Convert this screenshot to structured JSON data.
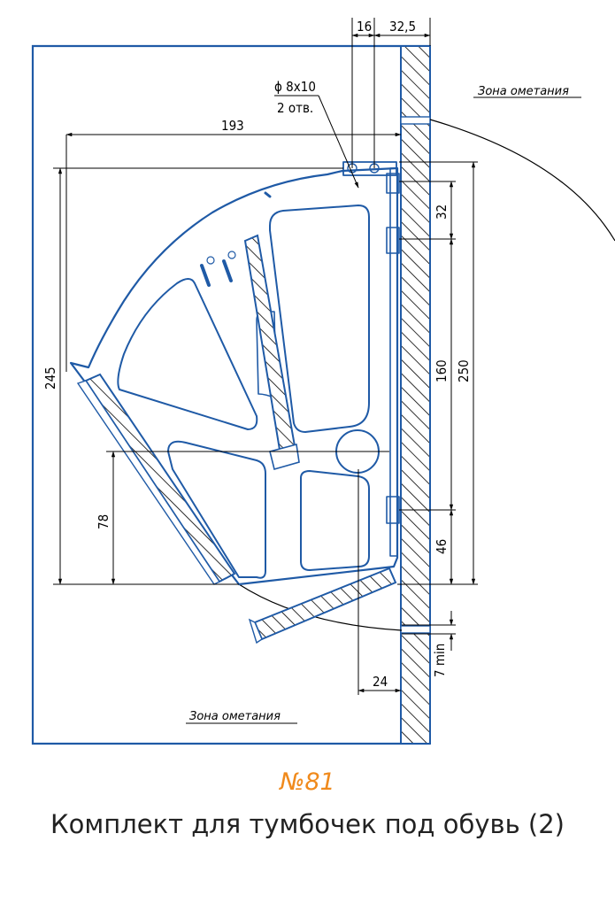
{
  "dimensions": {
    "d16": "16",
    "d32_5": "32,5",
    "d193": "193",
    "d245": "245",
    "d78": "78",
    "d32": "32",
    "d160": "160",
    "d250": "250",
    "d46": "46",
    "d24": "24",
    "d7min": "7 min"
  },
  "hole_note": {
    "line1": "ϕ 8x10",
    "line2": "2 отв."
  },
  "sweep_zone_labels": {
    "top": "Зона ометания",
    "bottom": "Зона ометания"
  },
  "caption": {
    "number": "№81",
    "title": "Комплект для тумбочек под обувь (2)"
  },
  "colors": {
    "part_outline": "#1f5aa6",
    "number_accent": "#f08a1c",
    "title_text": "#222222",
    "dimension_lines": "#000000"
  }
}
